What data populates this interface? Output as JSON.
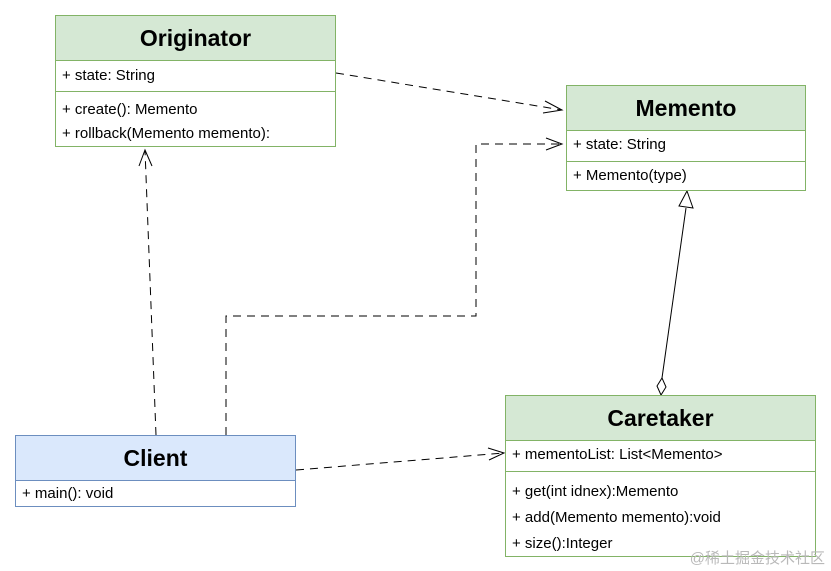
{
  "colors": {
    "green_fill": "#d5e8d4",
    "green_stroke": "#82b366",
    "blue_fill": "#dae8fc",
    "blue_stroke": "#6c8ebf",
    "line": "#000000"
  },
  "classes": {
    "originator": {
      "name": "Originator",
      "attributes": [
        "+ state: String"
      ],
      "operations": [
        "+ create(): Memento",
        "+ rollback(Memento memento):"
      ]
    },
    "memento": {
      "name": "Memento",
      "attributes": [
        "+ state: String"
      ],
      "operations": [
        "+ Memento(type)"
      ]
    },
    "client": {
      "name": "Client",
      "operations": [
        "+ main(): void"
      ]
    },
    "caretaker": {
      "name": "Caretaker",
      "attributes": [
        "+ mementoList: List<Memento>"
      ],
      "operations": [
        "+ get(int idnex):Memento",
        "+ add(Memento memento):void",
        "+ size():Integer"
      ]
    }
  },
  "relations": [
    {
      "from": "originator",
      "to": "memento",
      "kind": "dependency"
    },
    {
      "from": "client",
      "to": "originator",
      "kind": "dependency"
    },
    {
      "from": "client",
      "to": "memento",
      "kind": "dependency"
    },
    {
      "from": "client",
      "to": "caretaker",
      "kind": "dependency"
    },
    {
      "from": "caretaker",
      "to": "memento",
      "kind": "aggregation"
    }
  ],
  "watermark": "@稀土掘金技术社区"
}
